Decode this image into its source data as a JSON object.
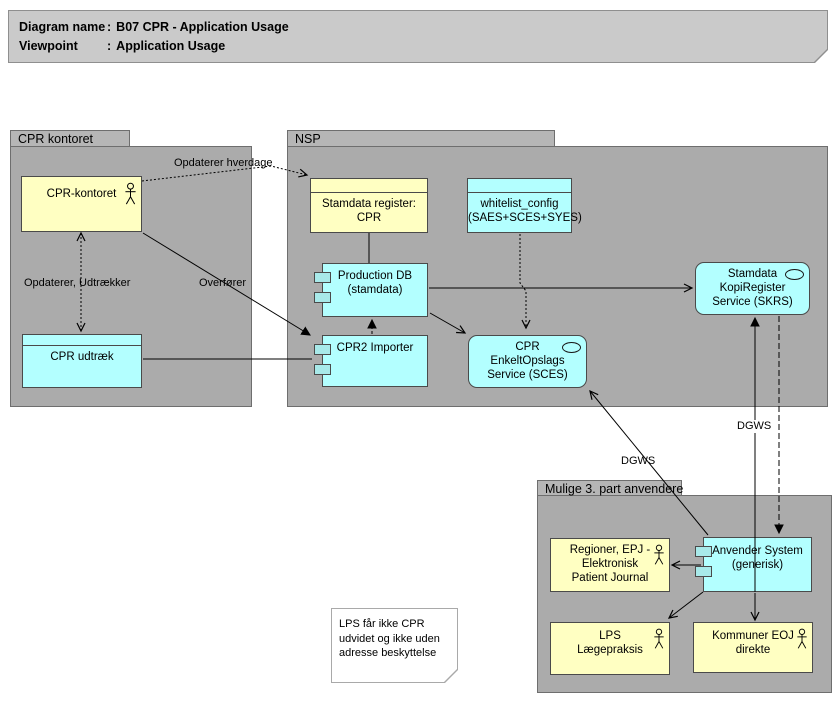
{
  "title_block": {
    "rows": [
      {
        "label": "Diagram name",
        "separator": ":",
        "value": "B07 CPR - Application Usage"
      },
      {
        "label": "Viewpoint",
        "separator": ":",
        "value": "Application Usage"
      }
    ]
  },
  "groups": {
    "cpr_kontoret": {
      "name": "CPR kontoret"
    },
    "nsp": {
      "name": "NSP"
    },
    "mulige": {
      "name": "Mulige 3. part anvendere"
    }
  },
  "nodes": {
    "cpr_kontoret_actor": {
      "label": "CPR-kontoret"
    },
    "cpr_udtraek": {
      "label": "CPR udtræk"
    },
    "stamdata_register": {
      "line1": "Stamdata register:",
      "line2": "CPR"
    },
    "whitelist_config": {
      "line1": "whitelist_config",
      "line2": "(SAES+SCES+SYES)"
    },
    "production_db": {
      "line1": "Production DB",
      "line2": "(stamdata)"
    },
    "cpr2_importer": {
      "label": "CPR2 Importer"
    },
    "sces": {
      "line1": "CPR",
      "line2": "EnkeltOpslags",
      "line3": "Service (SCES)"
    },
    "skrs": {
      "line1": "Stamdata",
      "line2": "KopiRegister",
      "line3": "Service (SKRS)"
    },
    "regioner": {
      "line1": "Regioner, EPJ -",
      "line2": "Elektronisk",
      "line3": "Patient Journal"
    },
    "anvender": {
      "line1": "Anvender System",
      "line2": "(generisk)"
    },
    "lps": {
      "line1": "LPS",
      "line2": "Lægepraksis"
    },
    "kommuner": {
      "line1": "Kommuner EOJ",
      "line2": "direkte"
    }
  },
  "edge_labels": {
    "opdaterer_hverdage": "Opdaterer hverdage",
    "opdaterer_udtraekker": "Opdaterer, Udtrækker",
    "overfoerer": "Overfører",
    "dgws_nsp": "DGWS",
    "dgws_skrs": "DGWS"
  },
  "note": {
    "line1": "LPS får ikke CPR",
    "line2": "udvidet og ikke uden",
    "line3": "adresse beskyttelse"
  },
  "colors": {
    "business_yellow": "#ffffc2",
    "application_cyan": "#b3ffff",
    "component_tab_cyan": "#a8e9e9",
    "group_gray": "#ababab",
    "group_tab_gray": "#b6b6b6",
    "title_gray": "#cacaca",
    "note_white": "#ffffff",
    "line_black": "#000000"
  }
}
